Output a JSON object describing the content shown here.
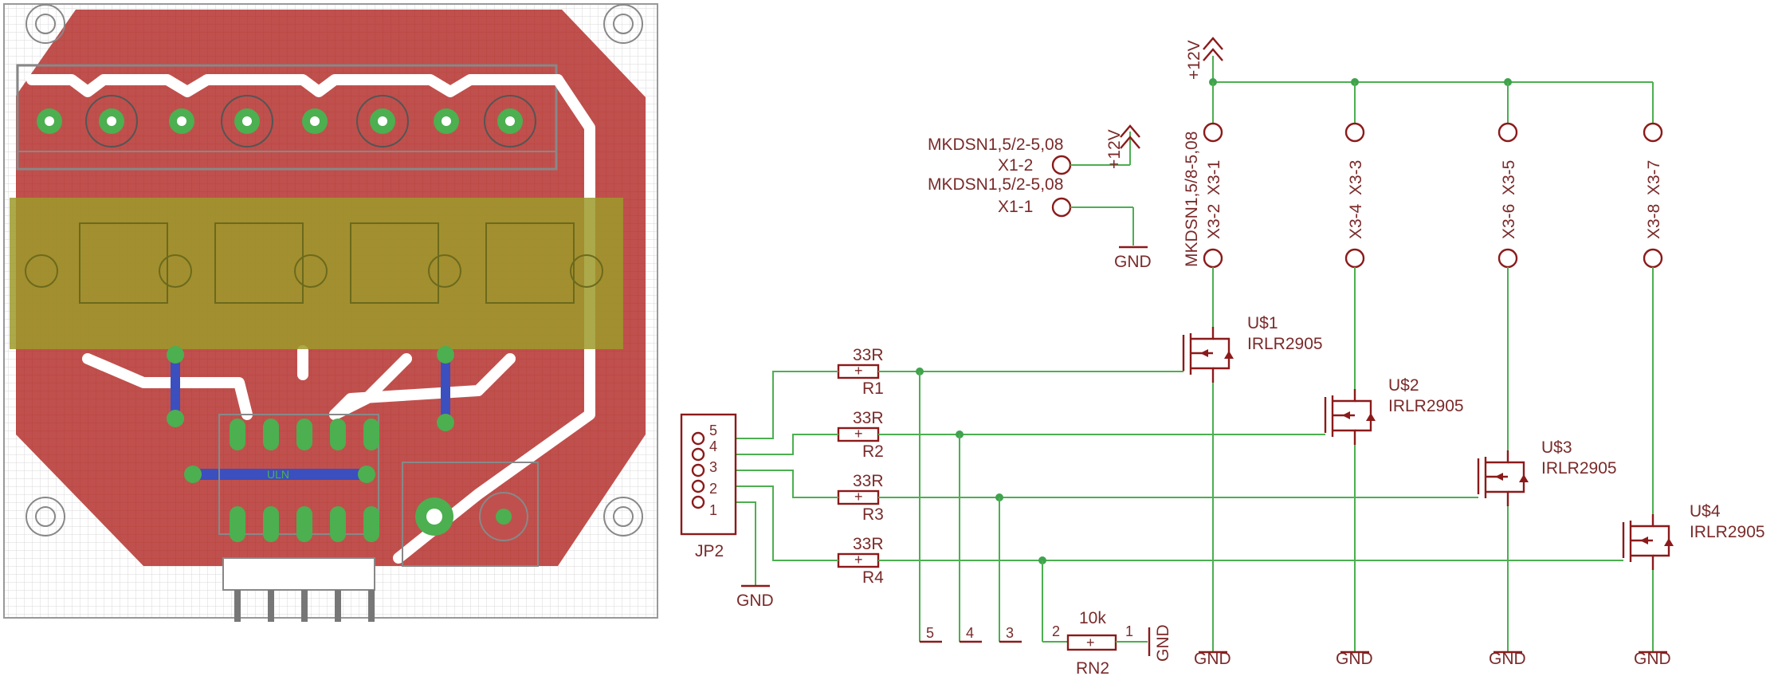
{
  "pcb": {
    "silk_label": "ULN"
  },
  "schematic": {
    "power": {
      "top_rail_label": "+12V",
      "x1_power_label": "+12V"
    },
    "connector_x1": {
      "pin2_part": "MKDSN1,5/2-5,08",
      "pin2_name": "X1-2",
      "pin1_part": "MKDSN1,5/2-5,08",
      "pin1_name": "X1-1",
      "gnd_label": "GND"
    },
    "connector_x3": {
      "part": "MKDSN1,5/8-5,08",
      "top_pins": [
        "X3-1",
        "X3-3",
        "X3-5",
        "X3-7"
      ],
      "bottom_pins": [
        "X3-2",
        "X3-4",
        "X3-6",
        "X3-8"
      ]
    },
    "resistors": [
      {
        "name": "R1",
        "value": "33R"
      },
      {
        "name": "R2",
        "value": "33R"
      },
      {
        "name": "R3",
        "value": "33R"
      },
      {
        "name": "R4",
        "value": "33R"
      }
    ],
    "header_jp2": {
      "name": "JP2",
      "pins": [
        "5",
        "4",
        "3",
        "2",
        "1"
      ],
      "gnd_label": "GND"
    },
    "mosfets": [
      {
        "name": "U$1",
        "part": "IRLR2905"
      },
      {
        "name": "U$2",
        "part": "IRLR2905"
      },
      {
        "name": "U$3",
        "part": "IRLR2905"
      },
      {
        "name": "U$4",
        "part": "IRLR2905"
      }
    ],
    "resistor_network": {
      "value": "10k",
      "name": "RN2",
      "pin_left": "2",
      "pin_right": "1",
      "pin_labels": [
        "5",
        "4",
        "3"
      ],
      "gnd_label": "GND"
    },
    "ground_labels": [
      "GND",
      "GND",
      "GND",
      "GND"
    ]
  }
}
